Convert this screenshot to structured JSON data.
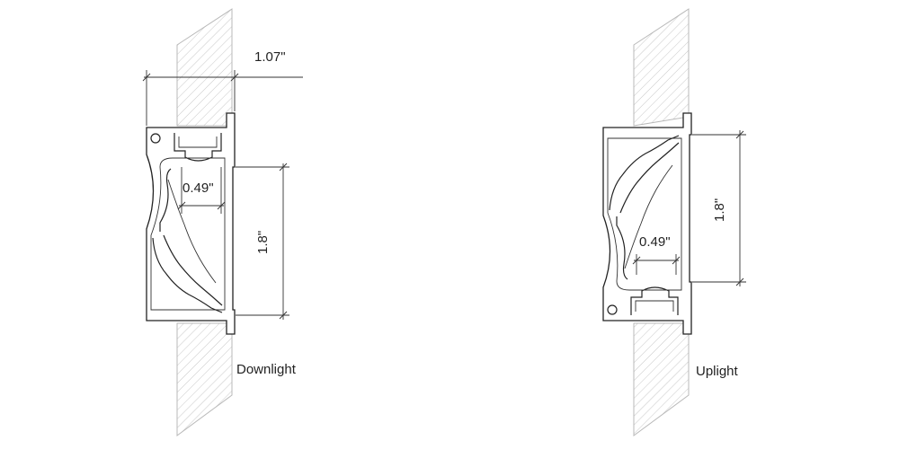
{
  "downlight": {
    "caption": "Downlight",
    "width_label": "1.07\"",
    "opening_label": "0.49\"",
    "height_label": "1.8\""
  },
  "uplight": {
    "caption": "Uplight",
    "opening_label": "0.49\"",
    "height_label": "1.8\""
  },
  "colors": {
    "line": "#222222",
    "hatch": "#c8c8c8"
  }
}
